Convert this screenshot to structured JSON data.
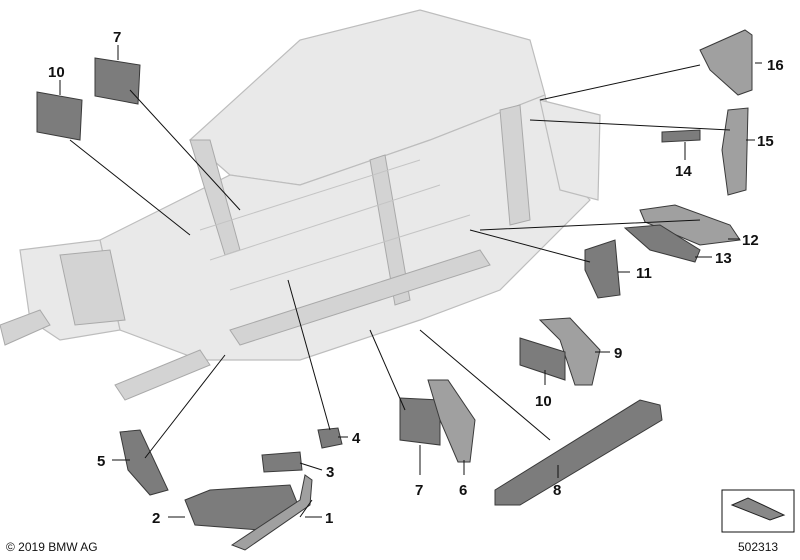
{
  "callouts": [
    {
      "id": "c1",
      "label": "1"
    },
    {
      "id": "c2",
      "label": "2"
    },
    {
      "id": "c3",
      "label": "3"
    },
    {
      "id": "c4",
      "label": "4"
    },
    {
      "id": "c5",
      "label": "5"
    },
    {
      "id": "c6",
      "label": "6"
    },
    {
      "id": "c7a",
      "label": "7"
    },
    {
      "id": "c7b",
      "label": "7"
    },
    {
      "id": "c8",
      "label": "8"
    },
    {
      "id": "c9",
      "label": "9"
    },
    {
      "id": "c10a",
      "label": "10"
    },
    {
      "id": "c10b",
      "label": "10"
    },
    {
      "id": "c11",
      "label": "11"
    },
    {
      "id": "c12",
      "label": "12"
    },
    {
      "id": "c13",
      "label": "13"
    },
    {
      "id": "c14",
      "label": "14"
    },
    {
      "id": "c15",
      "label": "15"
    },
    {
      "id": "c16",
      "label": "16"
    }
  ],
  "footer": {
    "copyright": "© 2019 BMW AG",
    "diagram_number": "502313"
  }
}
